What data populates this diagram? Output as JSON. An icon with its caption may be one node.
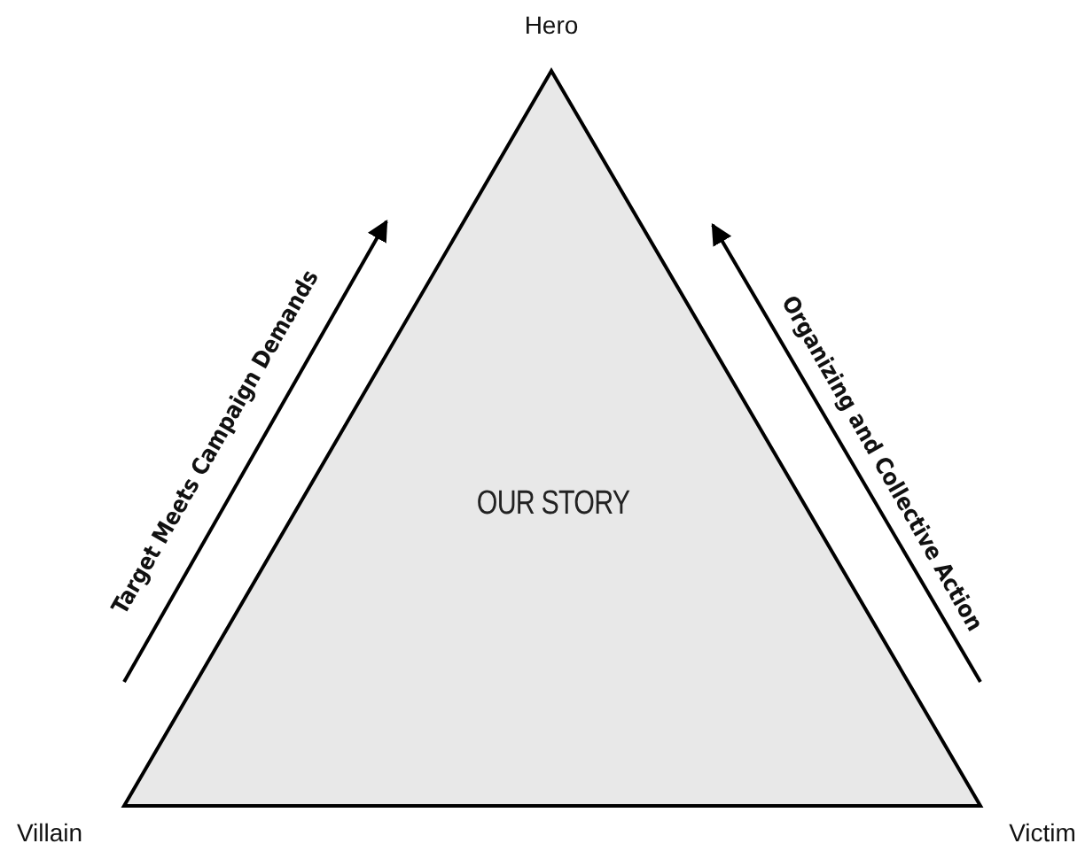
{
  "diagram": {
    "nodes": [
      {
        "text": [
          "OUR STORY"
        ]
      }
    ],
    "labels": [
      "Hero",
      "Target Meets Campaign Demands",
      "Organizing and Collective Action",
      "Villain",
      "Victim"
    ]
  }
}
